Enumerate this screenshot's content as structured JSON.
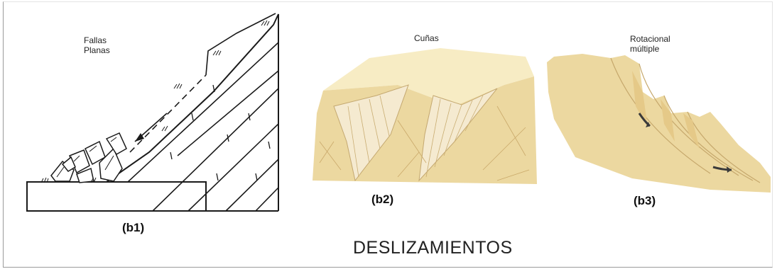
{
  "panels": [
    {
      "title": "Fallas Planas",
      "label": "(b1)"
    },
    {
      "title": "Cuñas",
      "label": "(b2)"
    },
    {
      "title": "Rotacional múltiple",
      "label": "(b3)"
    }
  ],
  "main_title": "DESLIZAMIENTOS",
  "colors": {
    "rock_fill": "#ecd8a0",
    "rock_dark": "#d8bc78",
    "line": "#1a1a1a"
  }
}
